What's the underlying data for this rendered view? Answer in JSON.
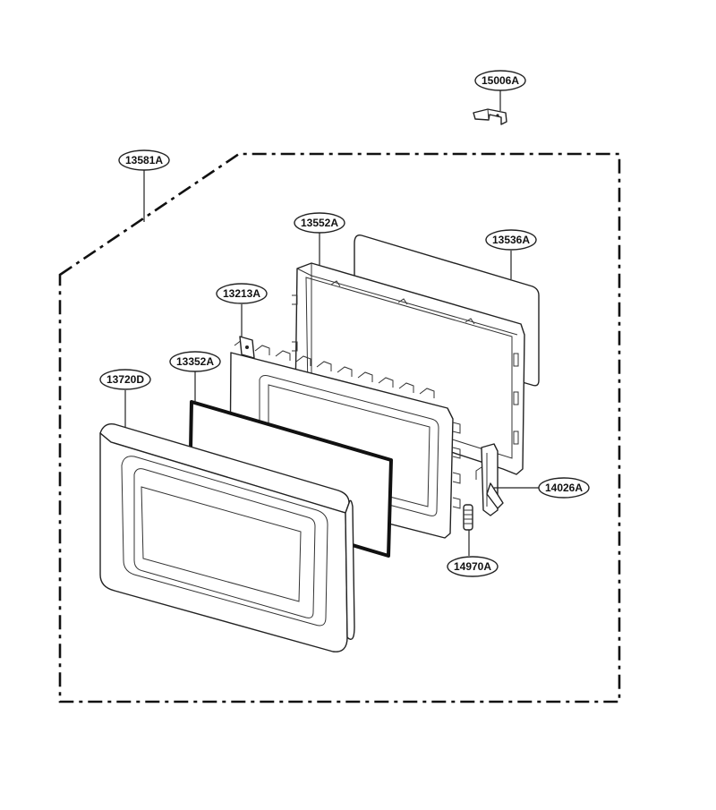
{
  "diagram": {
    "callouts": [
      {
        "id": "c15006",
        "label": "15006A"
      },
      {
        "id": "c13581",
        "label": "13581A"
      },
      {
        "id": "c13552",
        "label": "13552A"
      },
      {
        "id": "c13536",
        "label": "13536A"
      },
      {
        "id": "c13213",
        "label": "13213A"
      },
      {
        "id": "c13352",
        "label": "13352A"
      },
      {
        "id": "c13720",
        "label": "13720D"
      },
      {
        "id": "c14026",
        "label": "14026A"
      },
      {
        "id": "c14970",
        "label": "14970A"
      }
    ]
  }
}
